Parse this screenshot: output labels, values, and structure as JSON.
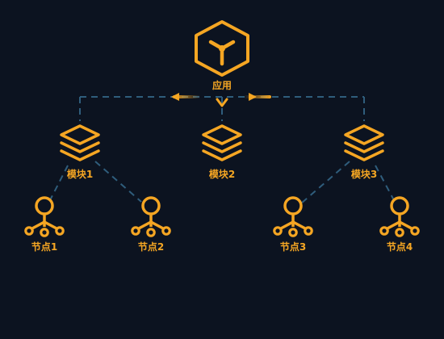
{
  "colors": {
    "background": "#0c1320",
    "accent": "#f5a623",
    "connector": "#2f5d7c"
  },
  "app": {
    "label": "应用",
    "icon": "hexagon-cube-icon"
  },
  "modules": [
    {
      "label": "模块1",
      "icon": "layers-icon"
    },
    {
      "label": "模块2",
      "icon": "layers-icon"
    },
    {
      "label": "模块3",
      "icon": "layers-icon"
    }
  ],
  "nodes": [
    {
      "label": "节点1",
      "icon": "node-tree-icon"
    },
    {
      "label": "节点2",
      "icon": "node-tree-icon"
    },
    {
      "label": "节点3",
      "icon": "node-tree-icon"
    },
    {
      "label": "节点4",
      "icon": "node-tree-icon"
    }
  ]
}
